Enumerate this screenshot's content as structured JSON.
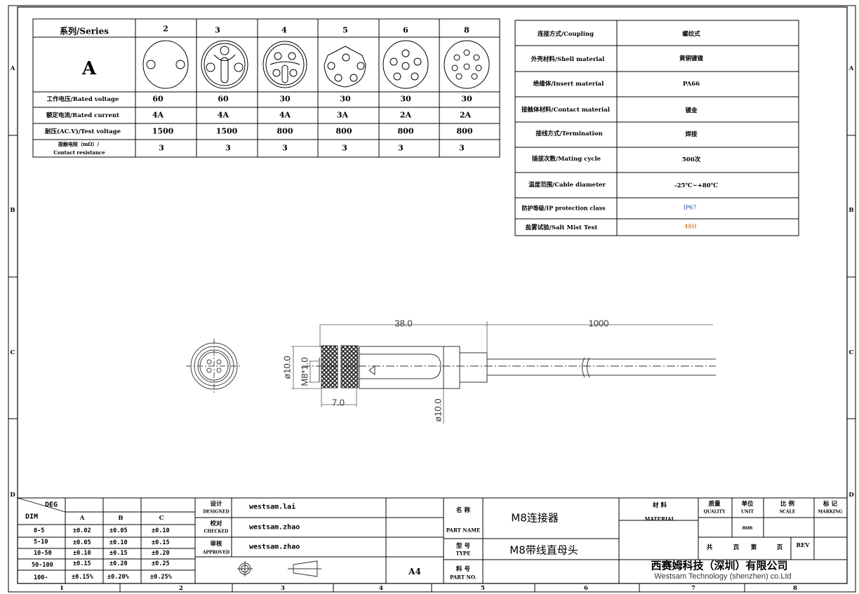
{
  "frame": {
    "row_labels": [
      "A",
      "B",
      "C",
      "D"
    ],
    "col_labels": [
      "1",
      "2",
      "3",
      "4",
      "5",
      "6",
      "7",
      "8"
    ]
  },
  "series_table": {
    "header_label": "系列/Series",
    "series": [
      "2",
      "3",
      "4",
      "5",
      "6",
      "8"
    ],
    "variant": "A",
    "rows": [
      {
        "label": "工作电压/Rated voltage",
        "values": [
          "60",
          "60",
          "30",
          "30",
          "30",
          "30"
        ]
      },
      {
        "label": "额定电流/Rated current",
        "values": [
          "4A",
          "4A",
          "4A",
          "3A",
          "2A",
          "2A"
        ]
      },
      {
        "label": "耐压(AC.V)/Test voltage",
        "values": [
          "1500",
          "1500",
          "800",
          "800",
          "800",
          "800"
        ]
      },
      {
        "label": "接触电阻（mΩ）/",
        "label2": "Contact resistance",
        "values": [
          "3",
          "3",
          "3",
          "3",
          "3",
          "3"
        ]
      }
    ]
  },
  "spec_table": [
    {
      "label": "连接方式/Coupling",
      "value": "螺纹式"
    },
    {
      "label": "外壳材料/Shell material",
      "value": "黄铜镀镍"
    },
    {
      "label": "绝缘体/Insert material",
      "value": "PA66"
    },
    {
      "label": "接触体材料/Contact material",
      "value": "镀金"
    },
    {
      "label": "接线方式/Termination",
      "value": "焊接"
    },
    {
      "label": "插拔次数/Mating cycle",
      "value": "500次"
    },
    {
      "label": "温度范围/Cable diameter",
      "value": "-25℃~+80℃"
    },
    {
      "label": "防护等级/IP protection class",
      "value": "IP67"
    },
    {
      "label": "盐雾试验/Salt Mist Test",
      "value": "48H"
    }
  ],
  "colors": {
    "ip_value": "#1f3fa8",
    "salt_value": "#c05a00"
  },
  "dimensions": {
    "length": "38.0",
    "cable_length": "1000",
    "diameter_front": "ø10.0",
    "thread": "M8*1.0",
    "knurl_width": "7.0",
    "diameter_body": "ø10.0"
  },
  "tolerance": {
    "deg": "DEG",
    "dim": "DIM",
    "cols": [
      "A",
      "B",
      "C"
    ],
    "rows": [
      {
        "range": "0-5",
        "values": [
          "±0.02",
          "±0.05",
          "±0.10"
        ]
      },
      {
        "range": "5-10",
        "values": [
          "±0.05",
          "±0.10",
          "±0.15"
        ]
      },
      {
        "range": "10-50",
        "values": [
          "±0.10",
          "±0.15",
          "±0.20"
        ]
      },
      {
        "range": "50-100",
        "values": [
          "±0.15",
          "±0.20",
          "±0.25"
        ]
      },
      {
        "range": "100-",
        "values": [
          "±0.15%",
          "±0.20%",
          "±0.25%"
        ]
      }
    ]
  },
  "signoff": [
    {
      "label_cn": "设计",
      "label_en": "DESIGNED",
      "name": "westsam.lai"
    },
    {
      "label_cn": "校对",
      "label_en": "CHECKED",
      "name": "westsam.zhao"
    },
    {
      "label_cn": "审核",
      "label_en": "APPROVED",
      "name": "westsam.zhao"
    }
  ],
  "sheet_size": "A4",
  "part": {
    "name_cn": "名 称",
    "name_en": "PART NAME",
    "name_value": "M8连接器",
    "type_cn": "型 号",
    "type_en": "TYPE",
    "type_value": "M8带线直母头",
    "no_cn": "料 号",
    "no_en": "PART NO."
  },
  "material": {
    "cn": "材  料",
    "en": "MATERIAL"
  },
  "quality": {
    "cn": "质量",
    "en": "QUALITY"
  },
  "unit": {
    "cn": "单位",
    "en": "UNIT",
    "value": "mm"
  },
  "scale": {
    "cn": "比 例",
    "en": "SCALE"
  },
  "marking": {
    "cn": "标 记",
    "en": "MARKING"
  },
  "pages": {
    "total": "共",
    "page1": "页",
    "current": "第",
    "page2": "页",
    "rev": "REV"
  },
  "company": {
    "cn": "西赛姆科技（深圳）有限公司",
    "en": "Westsam Technology (shenzhen) co.Ltd"
  }
}
